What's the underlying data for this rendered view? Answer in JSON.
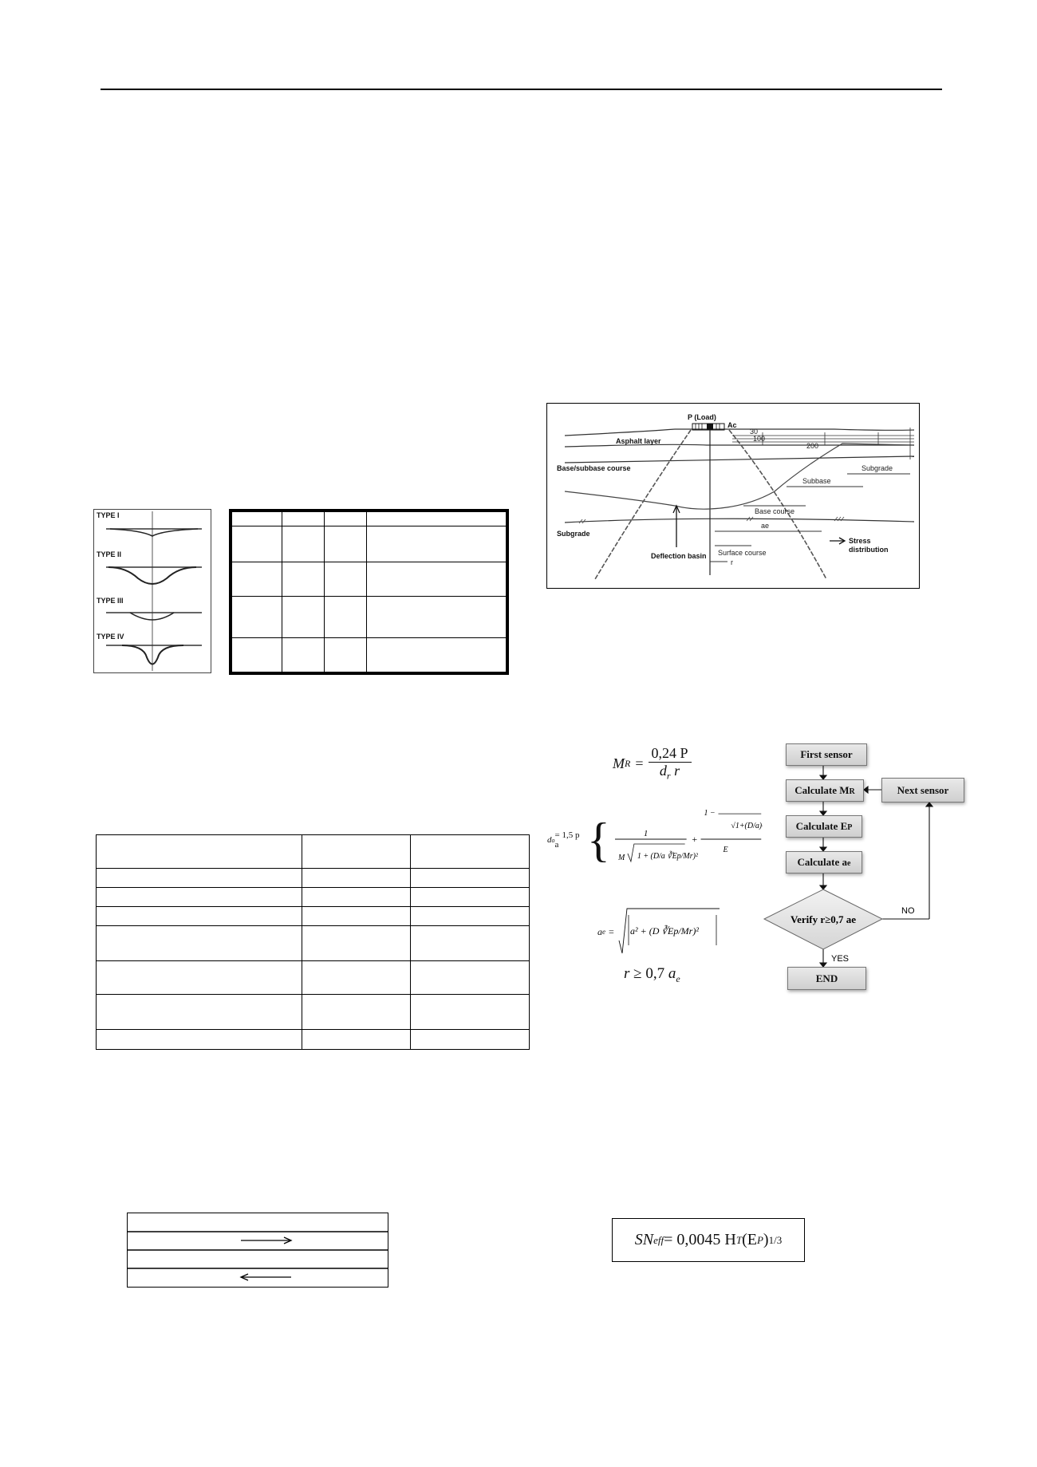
{
  "figure_deflection_types": {
    "labels": [
      "TYPE I",
      "TYPE II",
      "TYPE III",
      "TYPE IV"
    ]
  },
  "figure_basin": {
    "labels": {
      "load": "P (Load)",
      "ac": "Ac",
      "asphalt": "Asphalt layer",
      "base_subbase": "Base/subbase course",
      "subgrade_left": "Subgrade",
      "subgrade_right": "Subgrade",
      "subbase": "Subbase",
      "base_course": "Base course",
      "deflection_basin": "Deflection basin",
      "surface_course": "Surface course",
      "ae": "ae",
      "r": "r",
      "stress": "Stress",
      "distribution": "distribution",
      "r30": "30",
      "r100": "100",
      "r200": "200"
    }
  },
  "equations": {
    "mr_lhs": "M",
    "mr_sub": "R",
    "mr_num": "0,24 P",
    "mr_den": "d",
    "mr_den_sub": "r",
    "mr_den_tail": " r",
    "d0_lhs": "d",
    "d0_sub": "o",
    "d0_mid": " = 1,5 p a",
    "ae_lhs": "a",
    "ae_sub": "e",
    "cond_lhs": "r",
    "cond_op": " ≥ 0,7 ",
    "cond_rhs": "a",
    "cond_sub": "e",
    "sn_lhs": "SN",
    "sn_sub": "eff",
    "sn_mid": " = 0,0045 H",
    "sn_htsub": "T",
    "sn_tail": "(E",
    "sn_psub": "P",
    "sn_exp": ")",
    "sn_power": "1/3"
  },
  "flowchart": {
    "first": "First sensor",
    "calc_mr": "Calculate M",
    "calc_mr_sub": "R",
    "calc_ep": "Calculate E",
    "calc_ep_sub": "P",
    "calc_ae": "Calculate a",
    "calc_ae_sub": "e",
    "verify": "Verify r≥0,7 ae",
    "next": "Next sensor",
    "end": "END",
    "no": "NO",
    "yes": "YES"
  }
}
